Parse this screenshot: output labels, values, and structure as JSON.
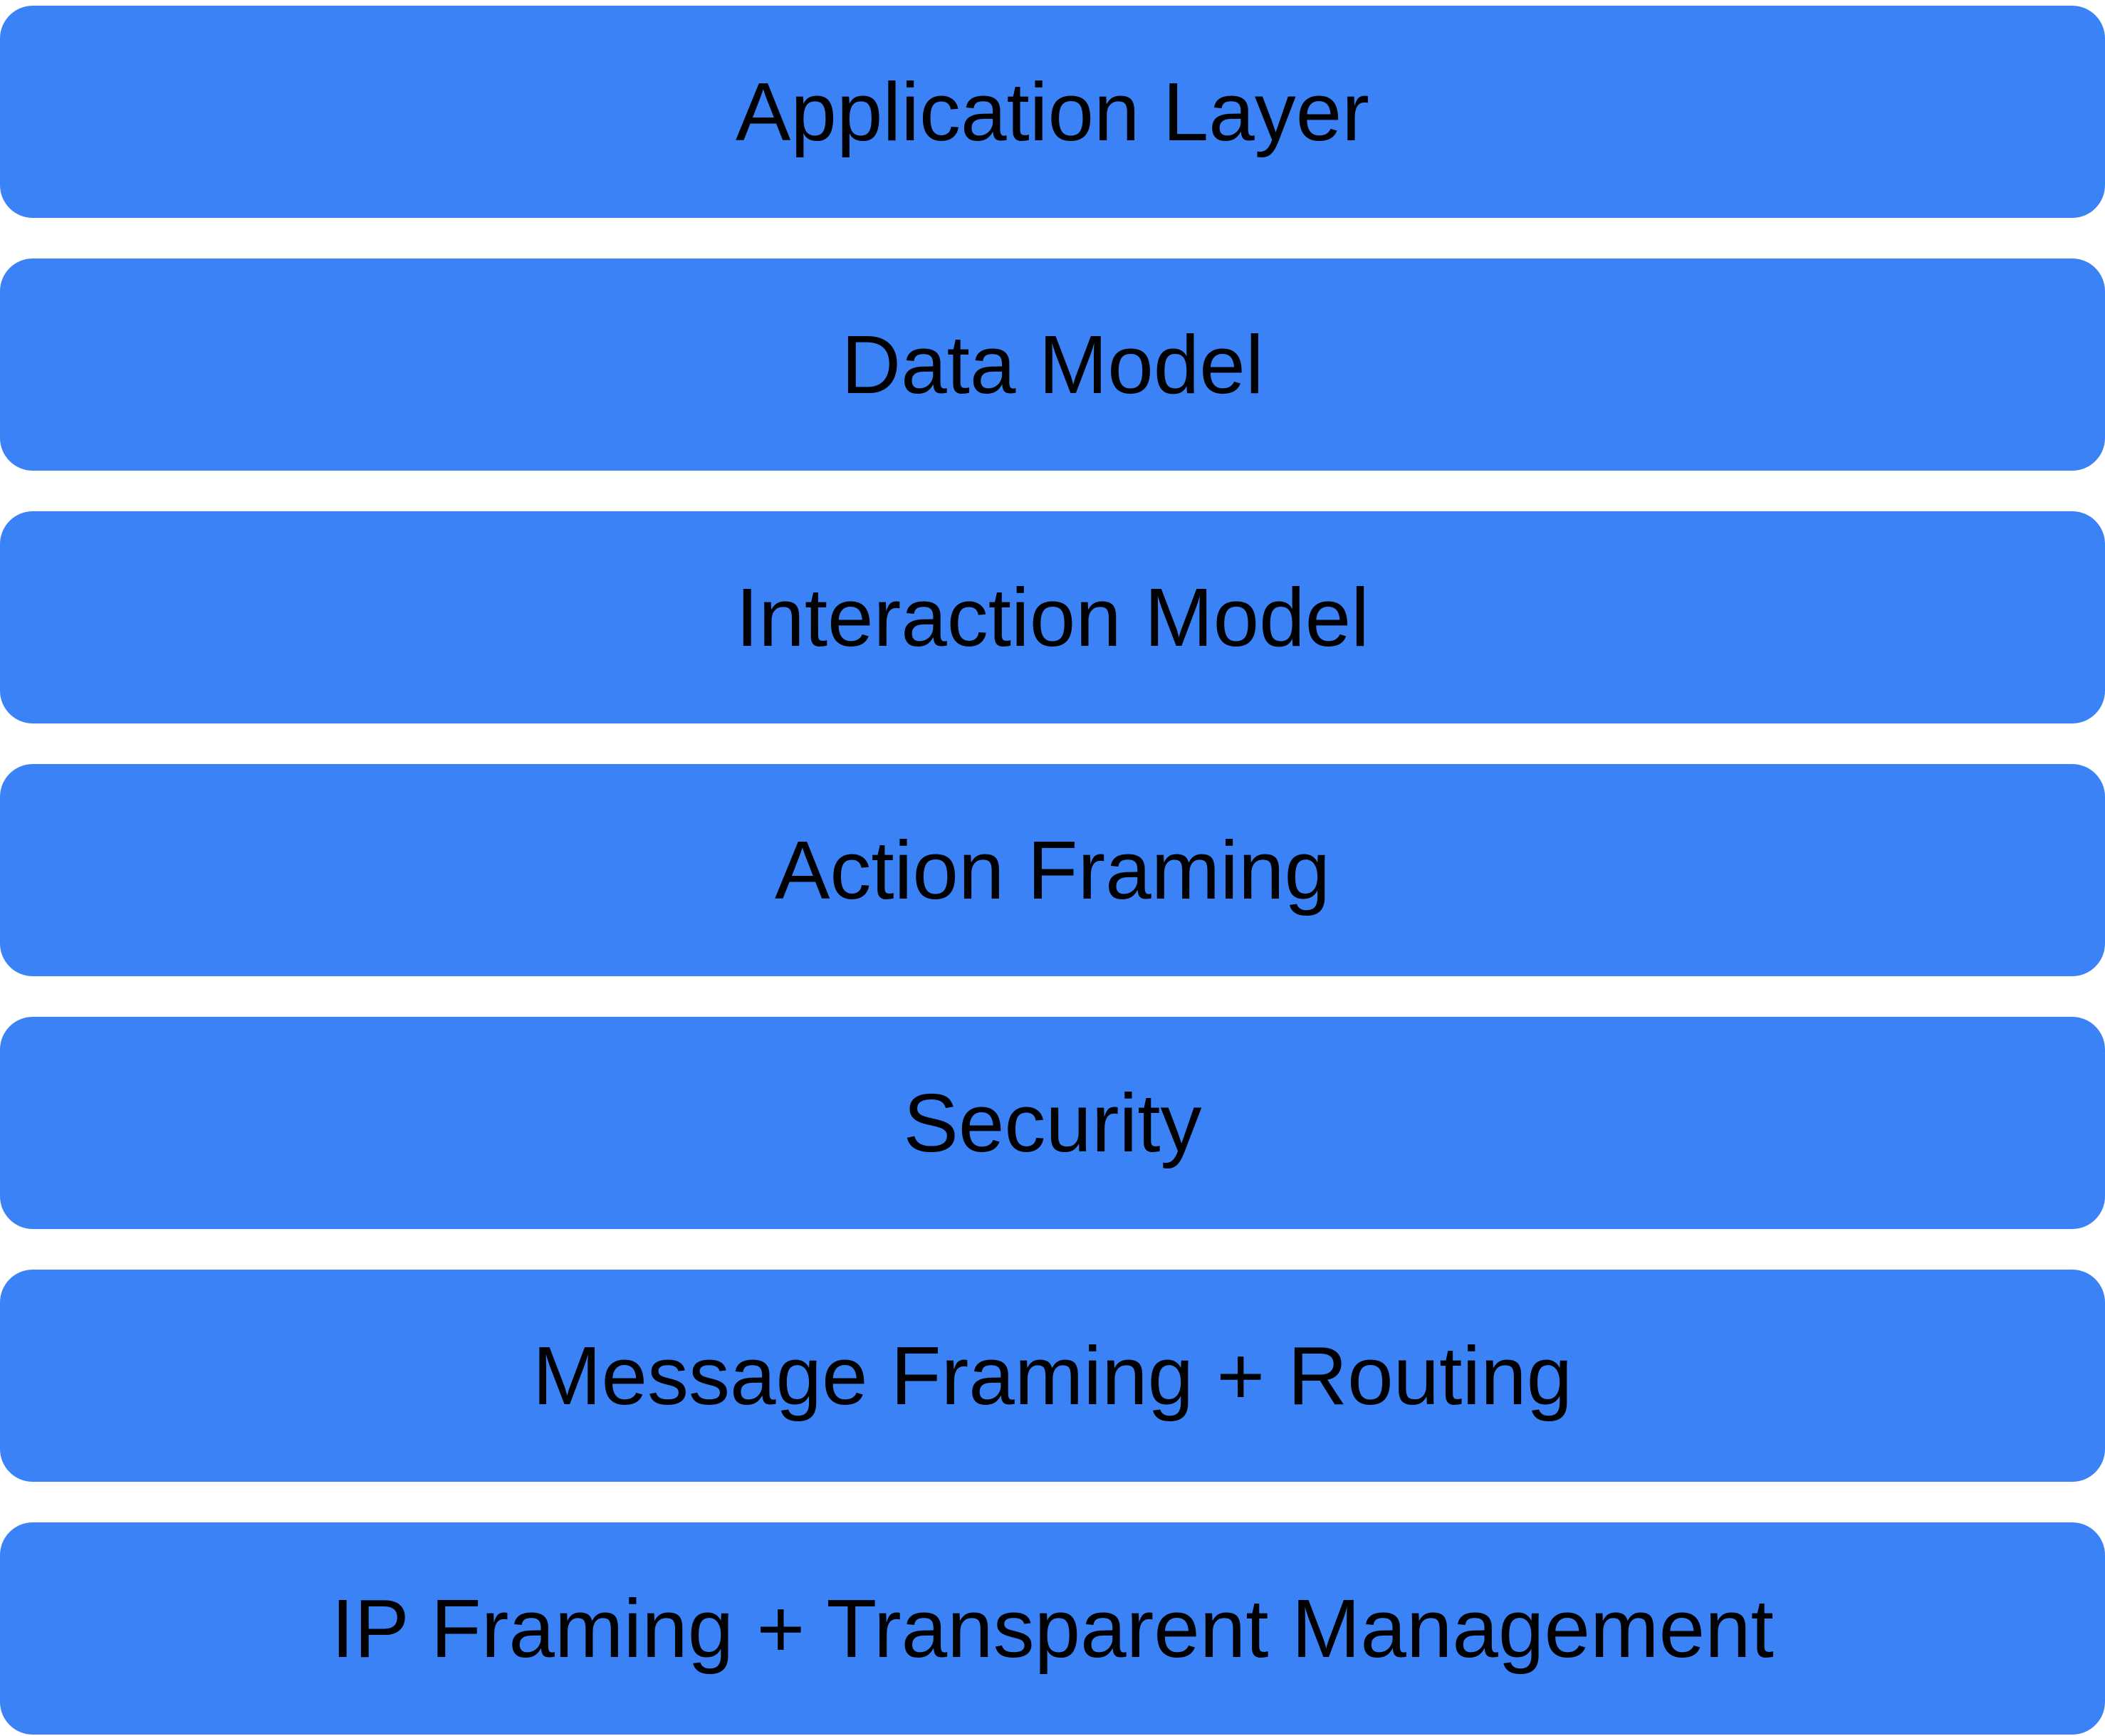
{
  "diagram": {
    "layers": [
      {
        "id": "application-layer",
        "label": "Application Layer"
      },
      {
        "id": "data-model",
        "label": "Data Model"
      },
      {
        "id": "interaction-model",
        "label": "Interaction Model"
      },
      {
        "id": "action-framing",
        "label": "Action Framing"
      },
      {
        "id": "security",
        "label": "Security"
      },
      {
        "id": "message-framing-routing",
        "label": "Message Framing + Routing"
      },
      {
        "id": "ip-framing-transparent-management",
        "label": "IP Framing + Transparent Management"
      }
    ],
    "colors": {
      "box_fill": "#3B82F6",
      "box_text": "#000000",
      "background": "#FFFFFF"
    }
  }
}
